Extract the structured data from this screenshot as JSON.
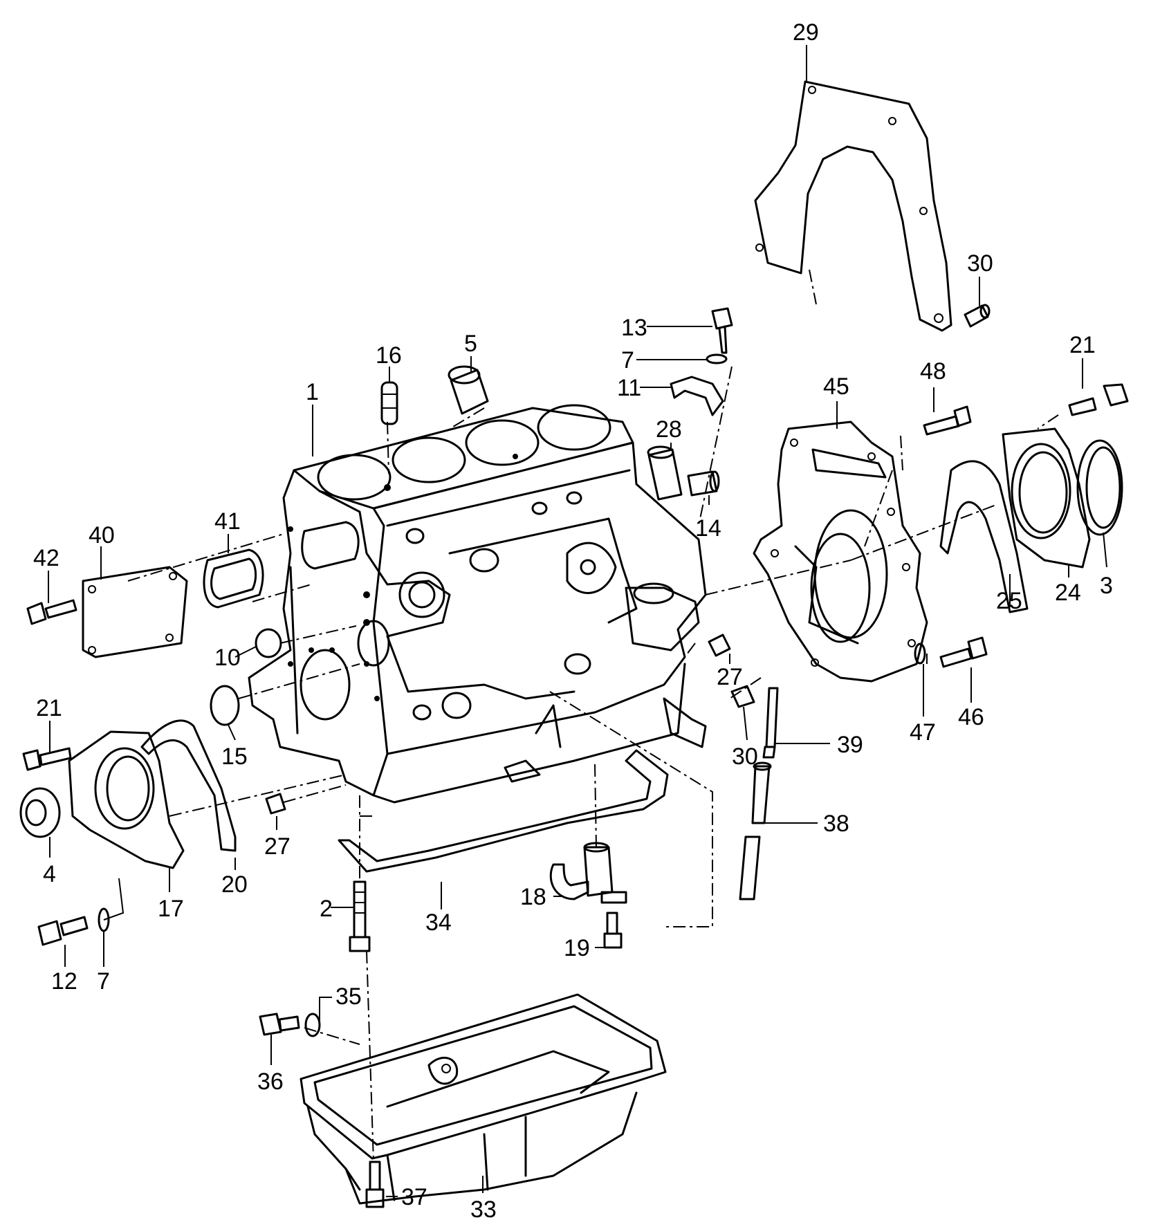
{
  "colors": {
    "ink": "#000000",
    "paper": "#ffffff"
  },
  "callouts": [
    {
      "id": "29",
      "text": "29"
    },
    {
      "id": "30a",
      "text": "30"
    },
    {
      "id": "13",
      "text": "13"
    },
    {
      "id": "7a",
      "text": "7"
    },
    {
      "id": "11",
      "text": "11"
    },
    {
      "id": "16",
      "text": "16"
    },
    {
      "id": "5",
      "text": "5"
    },
    {
      "id": "1",
      "text": "1"
    },
    {
      "id": "28",
      "text": "28"
    },
    {
      "id": "14",
      "text": "14"
    },
    {
      "id": "45",
      "text": "45"
    },
    {
      "id": "48",
      "text": "48"
    },
    {
      "id": "21a",
      "text": "21"
    },
    {
      "id": "42",
      "text": "42"
    },
    {
      "id": "40",
      "text": "40"
    },
    {
      "id": "41",
      "text": "41"
    },
    {
      "id": "10",
      "text": "10"
    },
    {
      "id": "27a",
      "text": "27"
    },
    {
      "id": "25",
      "text": "25"
    },
    {
      "id": "24",
      "text": "24"
    },
    {
      "id": "3",
      "text": "3"
    },
    {
      "id": "21b",
      "text": "21"
    },
    {
      "id": "15",
      "text": "15"
    },
    {
      "id": "30b",
      "text": "30"
    },
    {
      "id": "47",
      "text": "47"
    },
    {
      "id": "46",
      "text": "46"
    },
    {
      "id": "39",
      "text": "39"
    },
    {
      "id": "38",
      "text": "38"
    },
    {
      "id": "4",
      "text": "4"
    },
    {
      "id": "17",
      "text": "17"
    },
    {
      "id": "20",
      "text": "20"
    },
    {
      "id": "27b",
      "text": "27"
    },
    {
      "id": "34",
      "text": "34"
    },
    {
      "id": "18",
      "text": "18"
    },
    {
      "id": "2",
      "text": "2"
    },
    {
      "id": "12",
      "text": "12"
    },
    {
      "id": "7b",
      "text": "7"
    },
    {
      "id": "19",
      "text": "19"
    },
    {
      "id": "35",
      "text": "35"
    },
    {
      "id": "36",
      "text": "36"
    },
    {
      "id": "37",
      "text": "37"
    },
    {
      "id": "33",
      "text": "33"
    }
  ]
}
